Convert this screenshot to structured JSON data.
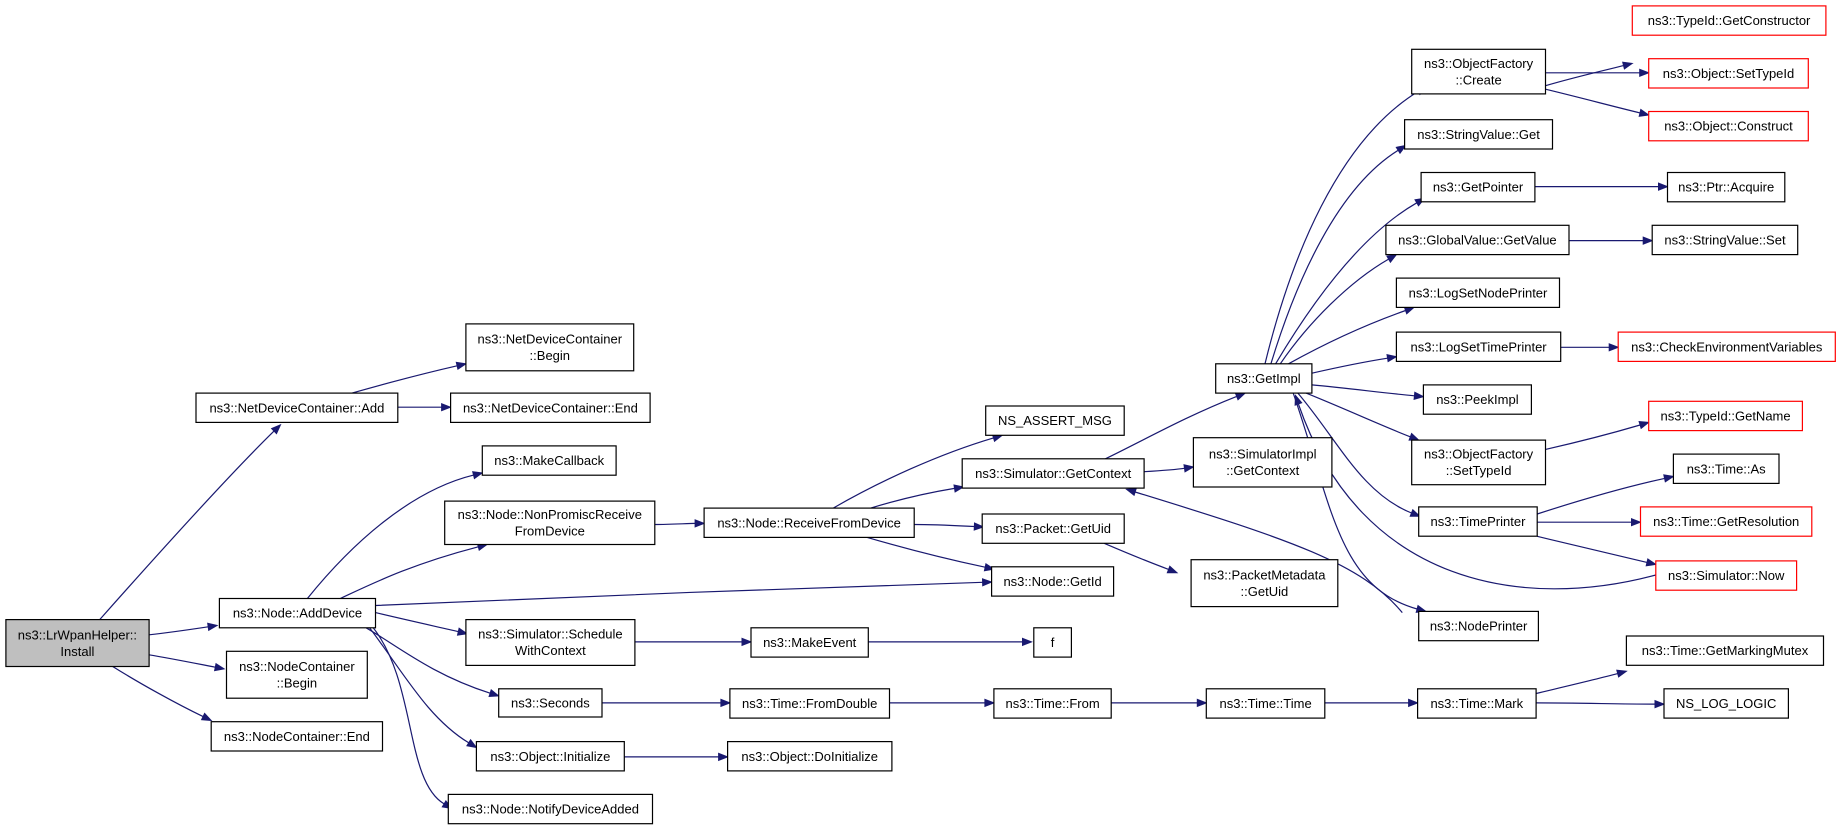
{
  "graph": {
    "title": "",
    "colors": {
      "edge": "#191970",
      "node_border": "#000000",
      "external_border": "#ff0000",
      "root_fill": "#bfbfbf",
      "node_fill": "#ffffff"
    },
    "nodes": [
      {
        "id": "root",
        "lines": [
          "ns3::LrWpanHelper::",
          "Install"
        ],
        "kind": "root"
      },
      {
        "id": "ndc_add",
        "lines": [
          "ns3::NetDeviceContainer::Add"
        ]
      },
      {
        "id": "ndc_begin",
        "lines": [
          "ns3::NetDeviceContainer",
          "::Begin"
        ]
      },
      {
        "id": "ndc_end",
        "lines": [
          "ns3::NetDeviceContainer::End"
        ]
      },
      {
        "id": "node_adddevice",
        "lines": [
          "ns3::Node::AddDevice"
        ]
      },
      {
        "id": "nc_begin",
        "lines": [
          "ns3::NodeContainer",
          "::Begin"
        ]
      },
      {
        "id": "nc_end",
        "lines": [
          "ns3::NodeContainer::End"
        ]
      },
      {
        "id": "makecallback",
        "lines": [
          "ns3::MakeCallback"
        ]
      },
      {
        "id": "nonpromisc",
        "lines": [
          "ns3::Node::NonPromiscReceive",
          "FromDevice"
        ]
      },
      {
        "id": "sched_ctx",
        "lines": [
          "ns3::Simulator::Schedule",
          "WithContext"
        ]
      },
      {
        "id": "seconds",
        "lines": [
          "ns3::Seconds"
        ]
      },
      {
        "id": "obj_init",
        "lines": [
          "ns3::Object::Initialize"
        ]
      },
      {
        "id": "notify",
        "lines": [
          "ns3::Node::NotifyDeviceAdded"
        ]
      },
      {
        "id": "recvfromdev",
        "lines": [
          "ns3::Node::ReceiveFromDevice"
        ]
      },
      {
        "id": "makeevent",
        "lines": [
          "ns3::MakeEvent"
        ]
      },
      {
        "id": "fromdouble",
        "lines": [
          "ns3::Time::FromDouble"
        ]
      },
      {
        "id": "doinit",
        "lines": [
          "ns3::Object::DoInitialize"
        ]
      },
      {
        "id": "assert",
        "lines": [
          "NS_ASSERT_MSG"
        ]
      },
      {
        "id": "getcontext",
        "lines": [
          "ns3::Simulator::GetContext"
        ]
      },
      {
        "id": "getuid",
        "lines": [
          "ns3::Packet::GetUid"
        ]
      },
      {
        "id": "getid",
        "lines": [
          "ns3::Node::GetId"
        ]
      },
      {
        "id": "f",
        "lines": [
          "f"
        ]
      },
      {
        "id": "time_from",
        "lines": [
          "ns3::Time::From"
        ]
      },
      {
        "id": "simimpl_ctx",
        "lines": [
          "ns3::SimulatorImpl",
          "::GetContext"
        ]
      },
      {
        "id": "pm_getuid",
        "lines": [
          "ns3::PacketMetadata",
          "::GetUid"
        ]
      },
      {
        "id": "time_time",
        "lines": [
          "ns3::Time::Time"
        ]
      },
      {
        "id": "getimpl",
        "lines": [
          "ns3::GetImpl"
        ]
      },
      {
        "id": "of_create",
        "lines": [
          "ns3::ObjectFactory",
          "::Create"
        ]
      },
      {
        "id": "sv_get",
        "lines": [
          "ns3::StringValue::Get"
        ]
      },
      {
        "id": "getpointer",
        "lines": [
          "ns3::GetPointer"
        ]
      },
      {
        "id": "gv_getvalue",
        "lines": [
          "ns3::GlobalValue::GetValue"
        ]
      },
      {
        "id": "lognodeprinter",
        "lines": [
          "ns3::LogSetNodePrinter"
        ]
      },
      {
        "id": "logtimeprinter",
        "lines": [
          "ns3::LogSetTimePrinter"
        ]
      },
      {
        "id": "peekimpl",
        "lines": [
          "ns3::PeekImpl"
        ]
      },
      {
        "id": "of_settypeid",
        "lines": [
          "ns3::ObjectFactory",
          "::SetTypeId"
        ]
      },
      {
        "id": "timeprinter",
        "lines": [
          "ns3::TimePrinter"
        ]
      },
      {
        "id": "nodeprinter",
        "lines": [
          "ns3::NodePrinter"
        ]
      },
      {
        "id": "time_mark",
        "lines": [
          "ns3::Time::Mark"
        ]
      },
      {
        "id": "tid_getctor",
        "lines": [
          "ns3::TypeId::GetConstructor"
        ],
        "kind": "ext"
      },
      {
        "id": "obj_settypeid",
        "lines": [
          "ns3::Object::SetTypeId"
        ],
        "kind": "ext"
      },
      {
        "id": "obj_construct",
        "lines": [
          "ns3::Object::Construct"
        ],
        "kind": "ext"
      },
      {
        "id": "ptr_acquire",
        "lines": [
          "ns3::Ptr::Acquire"
        ]
      },
      {
        "id": "sv_set",
        "lines": [
          "ns3::StringValue::Set"
        ]
      },
      {
        "id": "checkenv",
        "lines": [
          "ns3::CheckEnvironmentVariables"
        ],
        "kind": "ext"
      },
      {
        "id": "tid_getname",
        "lines": [
          "ns3::TypeId::GetName"
        ],
        "kind": "ext"
      },
      {
        "id": "time_as",
        "lines": [
          "ns3::Time::As"
        ]
      },
      {
        "id": "time_getres",
        "lines": [
          "ns3::Time::GetResolution"
        ],
        "kind": "ext"
      },
      {
        "id": "sim_now",
        "lines": [
          "ns3::Simulator::Now"
        ],
        "kind": "ext"
      },
      {
        "id": "markingmutex",
        "lines": [
          "ns3::Time::GetMarkingMutex"
        ]
      },
      {
        "id": "loglogic",
        "lines": [
          "NS_LOG_LOGIC"
        ]
      }
    ]
  }
}
